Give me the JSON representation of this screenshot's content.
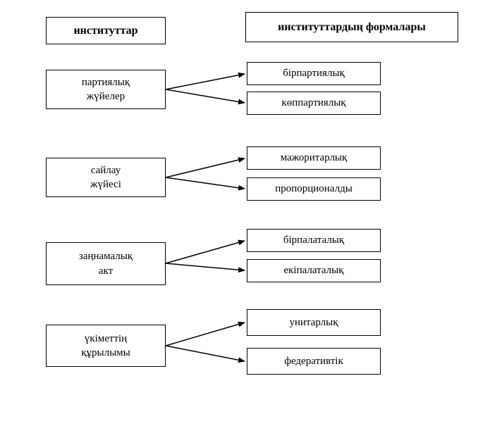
{
  "headers": {
    "left": "институттар",
    "right": "институттардың формалары"
  },
  "rows": [
    {
      "source": "партиялық жүйелер",
      "lines": [
        "партиялық",
        "жүйелер"
      ],
      "targets": [
        "бірпартиялық",
        "көппартиялық"
      ]
    },
    {
      "source": "сайлау жүйесі",
      "lines": [
        "сайлау",
        "жүйесі"
      ],
      "targets": [
        "мажоритарлық",
        "пропорционалды"
      ]
    },
    {
      "source": "заңнамалық акт",
      "lines": [
        "заңнамалық",
        "акт"
      ],
      "targets": [
        "бірпалаталық",
        "екіпалаталық"
      ]
    },
    {
      "source": "үкіметтің құрылымы",
      "lines": [
        "үкіметтің",
        "құрылымы"
      ],
      "targets": [
        "унитарлық",
        "федеративтік"
      ]
    }
  ],
  "colors": {
    "border": "#000000",
    "background": "#ffffff",
    "arrow": "#000000"
  }
}
